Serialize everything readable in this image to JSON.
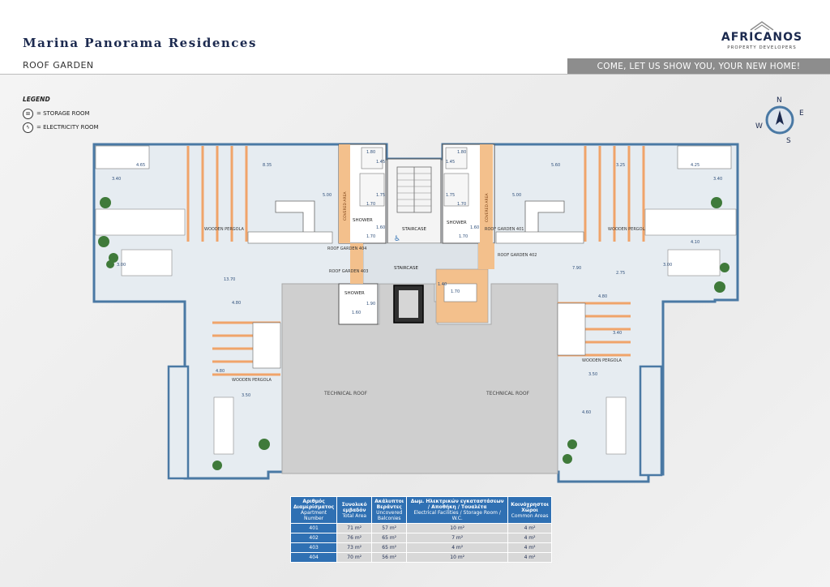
{
  "header": {
    "title": "Marina Panorama Residences",
    "subtitle": "ROOF GARDEN",
    "slogan": "COME, LET US SHOW YOU, YOUR NEW HOME!",
    "logo_name": "AFRICANOS",
    "logo_sub": "PROPERTY DEVELOPERS"
  },
  "legend": {
    "title": "LEGEND",
    "items": [
      {
        "icon": "storage-room-icon",
        "label": "= STORAGE ROOM"
      },
      {
        "icon": "electricity-room-icon",
        "label": "= ELECTRICITY ROOM"
      }
    ]
  },
  "compass": {
    "n": "N",
    "e": "E",
    "s": "S",
    "w": "W"
  },
  "plan": {
    "labels": {
      "staircase_top": "STAIRCASE",
      "staircase_mid": "STAIRCASE",
      "shower_left": "SHOWER",
      "shower_right": "SHOWER",
      "shower_lower": "SHOWER",
      "covered_left": "COVERED AREA",
      "covered_right": "COVERED AREA",
      "pergola_tl": "WOODEN PERGOLA",
      "pergola_tr": "WOODEN PERGOLA",
      "pergola_bl": "WOODEN PERGOLA",
      "pergola_br": "WOODEN PERGOLA",
      "rg401": "ROOF GARDEN 401",
      "rg402": "ROOF GARDEN 402",
      "rg403": "ROOF GARDEN 403",
      "rg404": "ROOF GARDEN 404",
      "tech_left": "TECHNICAL ROOF",
      "tech_right": "TECHNICAL ROOF"
    },
    "dims": [
      "4.65",
      "8.35",
      "3.40",
      "5.00",
      "1.80",
      "1.45",
      "1.75",
      "1.70",
      "1.60",
      "1.70",
      "3.00",
      "13.70",
      "4.80",
      "1.90",
      "1.60",
      "4.80",
      "3.50",
      "1.80",
      "1.45",
      "1.75",
      "1.70",
      "1.60",
      "1.70",
      "5.00",
      "5.60",
      "3.25",
      "4.25",
      "3.40",
      "4.10",
      "7.90",
      "2.75",
      "3.00",
      "4.80",
      "3.40",
      "3.50",
      "4.60",
      "1.40",
      "1.70"
    ]
  },
  "table": {
    "headers": [
      {
        "gr": "Αριθμός Διαμερίσματος",
        "en": "Apartment Number"
      },
      {
        "gr": "Συνολικό εμβαδόν",
        "en": "Total Area"
      },
      {
        "gr": "Ακάλυπτοι Βεράντες",
        "en": "Uncovered Balconies"
      },
      {
        "gr": "Δωμ. Ηλεκτρικών εγκαταστάσεων / Αποθήκη / Τουαλέτα",
        "en": "Electrical Facilities / Storage Room / W.C."
      },
      {
        "gr": "Κοινόχρηστοι Χώροι",
        "en": "Common Areas"
      }
    ],
    "rows": [
      [
        "401",
        "71 m²",
        "57 m²",
        "10 m²",
        "4 m²"
      ],
      [
        "402",
        "76 m²",
        "65 m²",
        "7 m²",
        "4 m²"
      ],
      [
        "403",
        "73 m²",
        "65 m²",
        "4 m²",
        "4 m²"
      ],
      [
        "404",
        "70 m²",
        "56 m²",
        "10 m²",
        "4 m²"
      ]
    ]
  },
  "colors": {
    "navy": "#1c2a4f",
    "table_blue": "#2f70b3",
    "wall": "#4a79a4",
    "pergola": "#f0a46a",
    "orange_area": "#f3c08c",
    "tech_roof": "#cfcfcf"
  }
}
